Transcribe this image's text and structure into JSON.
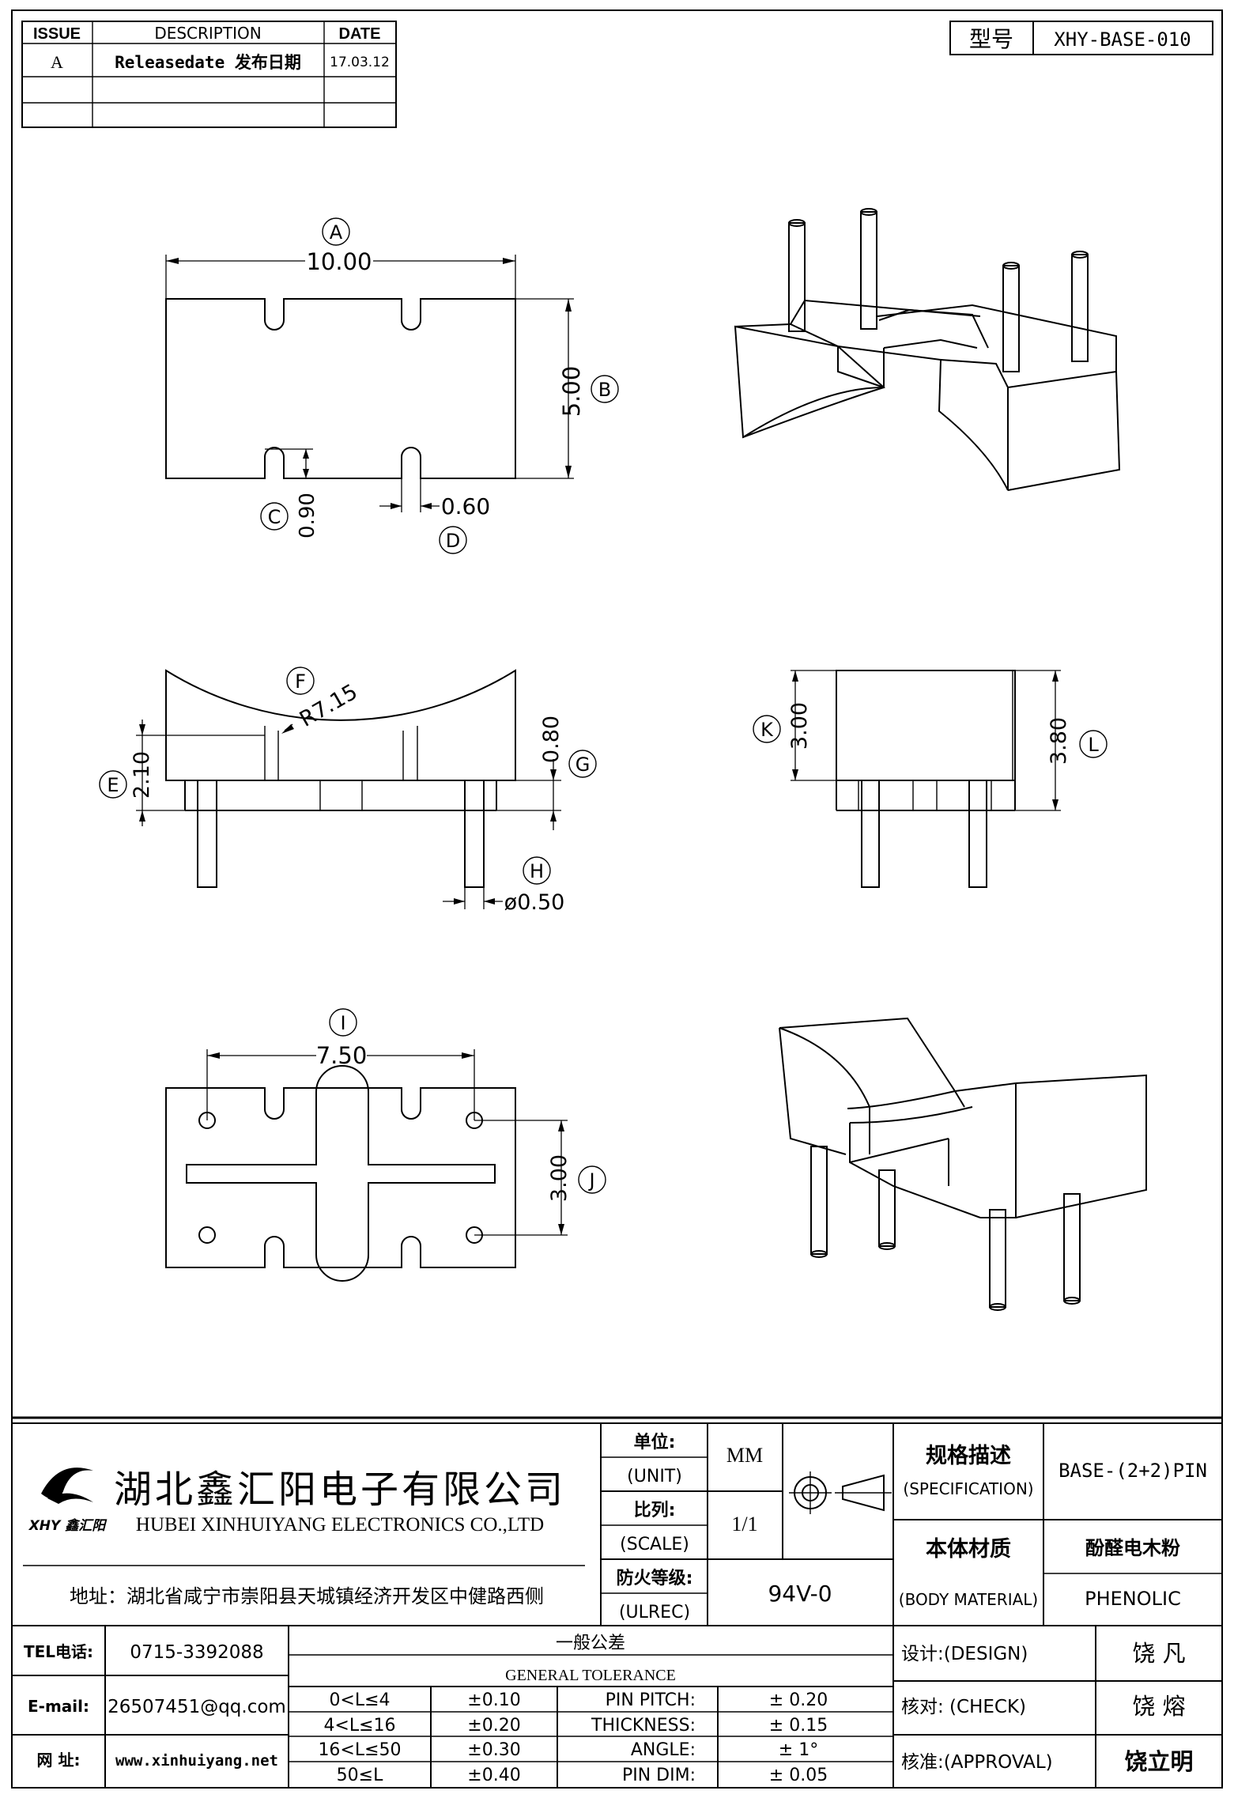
{
  "revision_table": {
    "headers": [
      "ISSUE",
      "DESCRIPTION",
      "DATE"
    ],
    "rows": [
      {
        "issue": "A",
        "description": "Releasedate 发布日期",
        "date": "17.03.12"
      },
      {
        "issue": "",
        "description": "",
        "date": ""
      },
      {
        "issue": "",
        "description": "",
        "date": ""
      }
    ]
  },
  "model_box": {
    "label": "型号",
    "value": "XHY-BASE-010"
  },
  "dimensions": {
    "A": {
      "letter": "A",
      "value": "10.00"
    },
    "B": {
      "letter": "B",
      "value": "5.00"
    },
    "C": {
      "letter": "C",
      "value": "0.90"
    },
    "D": {
      "letter": "D",
      "value": "0.60"
    },
    "E": {
      "letter": "E",
      "value": "2.10"
    },
    "F": {
      "letter": "F",
      "value": "R7.15"
    },
    "G": {
      "letter": "G",
      "value": "0.80"
    },
    "H": {
      "letter": "H",
      "value": "ø0.50"
    },
    "I": {
      "letter": "I",
      "value": "7.50"
    },
    "J": {
      "letter": "J",
      "value": "3.00"
    },
    "K": {
      "letter": "K",
      "value": "3.00"
    },
    "L": {
      "letter": "L",
      "value": "3.80"
    }
  },
  "company": {
    "logo_text": "XHY 鑫汇阳",
    "name_cn": "湖北鑫汇阳电子有限公司",
    "name_en": "HUBEI XINHUIYANG ELECTRONICS CO.,LTD",
    "address": "地址：湖北省咸宁市崇阳县天城镇经济开发区中健路西侧"
  },
  "title_block": {
    "unit_cn": "单位:",
    "unit_en": "(UNIT)",
    "unit_value": "MM",
    "scale_cn": "比列:",
    "scale_en": "(SCALE)",
    "scale_value": "1/1",
    "ulrec_cn": "防火等级:",
    "ulrec_en": "(ULREC)",
    "ulrec_value": "94V-0",
    "spec_cn": "规格描述",
    "spec_en": "(SPECIFICATION)",
    "spec_value": "BASE-(2+2)PIN",
    "material_cn": "本体材质",
    "material_en": "(BODY MATERIAL)",
    "material_value_cn": "酚醛电木粉",
    "material_value_en": "PHENOLIC"
  },
  "contact": {
    "tel_label": "TEL电话:",
    "tel_value": "0715-3392088",
    "email_label": "E-mail:",
    "email_value": "26507451@qq.com",
    "web_label": "网  址:",
    "web_value": "www.xinhuiyang.net"
  },
  "tolerance": {
    "title_cn": "一般公差",
    "title_en": "GENERAL TOLERANCE",
    "ranges": [
      {
        "range": "0<L≤4",
        "tol": "±0.10",
        "item": "PIN PITCH:",
        "item_tol": "± 0.20"
      },
      {
        "range": "4<L≤16",
        "tol": "±0.20",
        "item": "THICKNESS:",
        "item_tol": "± 0.15"
      },
      {
        "range": "16<L≤50",
        "tol": "±0.30",
        "item": "ANGLE:",
        "item_tol": "± 1°"
      },
      {
        "range": "50≤L",
        "tol": "±0.40",
        "item": "PIN DIM:",
        "item_tol": "± 0.05"
      }
    ]
  },
  "signoff": {
    "design_label": "设计:(DESIGN)",
    "design_name": "饶  凡",
    "check_label": "核对: (CHECK)",
    "check_name": "饶  熔",
    "approval_label": "核准:(APPROVAL)",
    "approval_name": "饶立明"
  }
}
